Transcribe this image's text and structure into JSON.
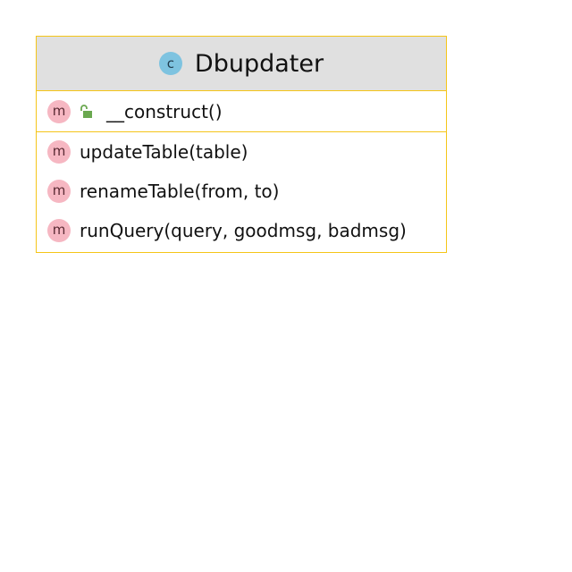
{
  "class": {
    "badge": "c",
    "name": "Dbupdater"
  },
  "constructor": {
    "badge": "m",
    "visibility_icon": "open-lock-icon",
    "label": "__construct()"
  },
  "methods": [
    {
      "badge": "m",
      "label": "updateTable(table)"
    },
    {
      "badge": "m",
      "label": "renameTable(from, to)"
    },
    {
      "badge": "m",
      "label": "runQuery(query, goodmsg, badmsg)"
    }
  ],
  "colors": {
    "border": "#f5c518",
    "header_bg": "#e0e0e0",
    "class_badge": "#7ec3e0",
    "method_badge": "#f6b7c2",
    "lock_icon": "#6aa84f"
  }
}
